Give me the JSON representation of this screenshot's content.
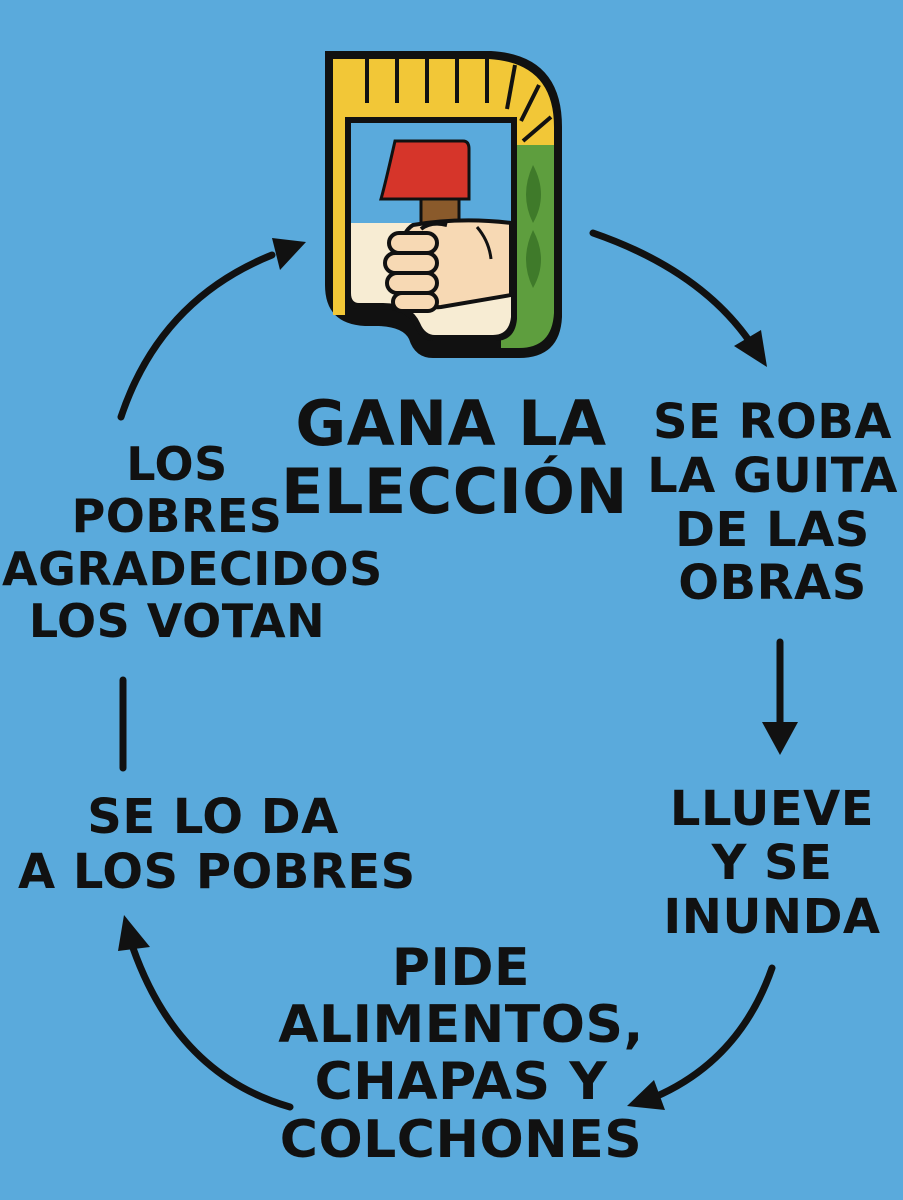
{
  "colors": {
    "background": "#5aaadc",
    "text": "#111111",
    "emblem_sun": "#f2c737",
    "emblem_sky": "#5aaadc",
    "emblem_cream": "#f7ecd3",
    "emblem_green": "#5e9e3e",
    "emblem_red": "#d6352a"
  },
  "emblem": {
    "icon": "peronist-shield-emblem"
  },
  "steps": [
    {
      "id": "gana",
      "lines": [
        "GANA LA",
        "ELECCIÓN"
      ]
    },
    {
      "id": "roba",
      "lines": [
        "SE ROBA",
        "LA GUITA",
        "DE LAS",
        "OBRAS"
      ]
    },
    {
      "id": "llueve",
      "lines": [
        "LLUEVE",
        "Y SE",
        "INUNDA"
      ]
    },
    {
      "id": "pide",
      "lines": [
        "PIDE",
        "ALIMENTOS,",
        "CHAPAS Y",
        "COLCHONES"
      ]
    },
    {
      "id": "da",
      "lines": [
        "SE LO DA",
        "A LOS POBRES"
      ]
    },
    {
      "id": "votan",
      "lines": [
        "LOS",
        "POBRES",
        "AGRADECIDOS",
        "LOS VOTAN"
      ]
    }
  ],
  "arrows": [
    {
      "from": "gana",
      "to": "roba",
      "icon": "curved-arrow-right-icon"
    },
    {
      "from": "roba",
      "to": "llueve",
      "icon": "arrow-down-icon"
    },
    {
      "from": "llueve",
      "to": "pide",
      "icon": "curved-arrow-down-left-icon"
    },
    {
      "from": "pide",
      "to": "da",
      "icon": "curved-arrow-up-left-icon"
    },
    {
      "from": "da",
      "to": "votan",
      "icon": "connector-line"
    },
    {
      "from": "votan",
      "to": "gana",
      "icon": "curved-arrow-up-right-icon"
    }
  ]
}
